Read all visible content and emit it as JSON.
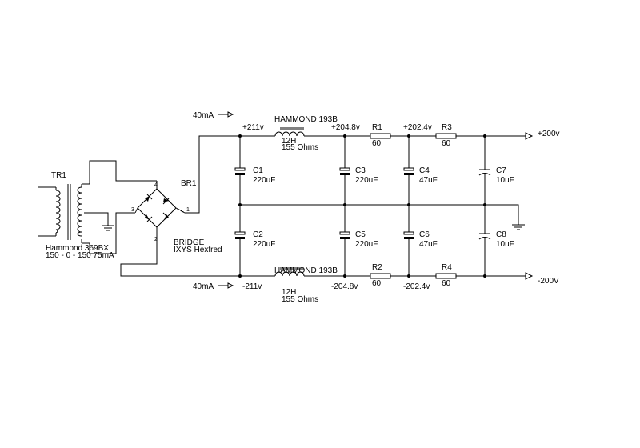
{
  "transformer": {
    "ref": "TR1",
    "part": "Hammond 369BX",
    "rating": "150 - 0 - 150 75mA"
  },
  "bridge": {
    "ref": "BR1",
    "name": "BRIDGE",
    "part": "IXYS Hexfred",
    "pins": [
      "1",
      "2",
      "3",
      "4"
    ]
  },
  "currents": {
    "top": "40mA",
    "bottom": "40mA"
  },
  "choke_top": {
    "name": "HAMMOND 193B",
    "inductance": "12H",
    "resistance": "155 Ohms"
  },
  "choke_bottom": {
    "name": "HAMMOND 193B",
    "inductance": "12H",
    "resistance": "155 Ohms"
  },
  "voltages": {
    "top_1": "+211v",
    "top_2": "+204.8v",
    "top_3": "+202.4v",
    "top_out": "+200v",
    "bot_1": "-211v",
    "bot_2": "-204.8v",
    "bot_3": "-202.4v",
    "bot_out": "-200V"
  },
  "capacitors": {
    "c1": {
      "ref": "C1",
      "value": "220uF"
    },
    "c2": {
      "ref": "C2",
      "value": "220uF"
    },
    "c3": {
      "ref": "C3",
      "value": "220uF"
    },
    "c4": {
      "ref": "C4",
      "value": "47uF"
    },
    "c5": {
      "ref": "C5",
      "value": "220uF"
    },
    "c6": {
      "ref": "C6",
      "value": "47uF"
    },
    "c7": {
      "ref": "C7",
      "value": "10uF"
    },
    "c8": {
      "ref": "C8",
      "value": "10uF"
    }
  },
  "resistors": {
    "r1": {
      "ref": "R1",
      "value": "60"
    },
    "r2": {
      "ref": "R2",
      "value": "60"
    },
    "r3": {
      "ref": "R3",
      "value": "60"
    },
    "r4": {
      "ref": "R4",
      "value": "60"
    }
  }
}
